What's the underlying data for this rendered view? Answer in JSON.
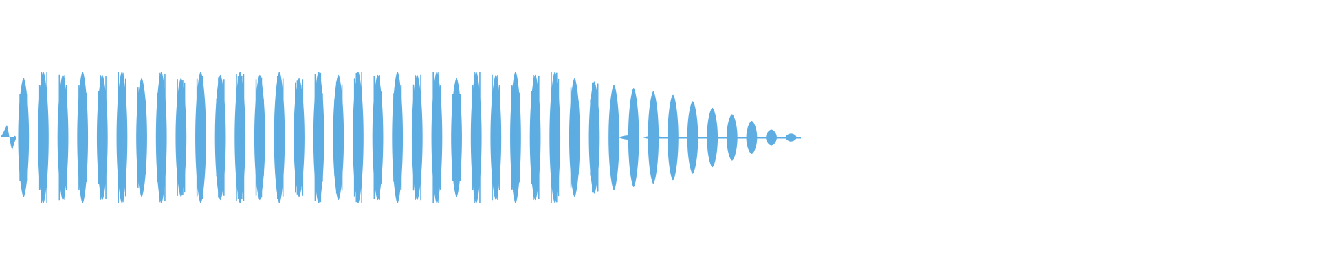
{
  "waveform": {
    "color": "#5DADE2",
    "duration_fraction_with_signal": 0.6,
    "bursts": [
      {
        "amp": 0.9
      },
      {
        "amp": 1.0
      },
      {
        "amp": 0.95
      },
      {
        "amp": 1.0
      },
      {
        "amp": 0.95
      },
      {
        "amp": 1.0
      },
      {
        "amp": 0.9
      },
      {
        "amp": 1.0
      },
      {
        "amp": 0.9
      },
      {
        "amp": 1.0
      },
      {
        "amp": 0.95
      },
      {
        "amp": 1.0
      },
      {
        "amp": 0.95
      },
      {
        "amp": 1.0
      },
      {
        "amp": 0.9
      },
      {
        "amp": 1.0
      },
      {
        "amp": 0.95
      },
      {
        "amp": 1.0
      },
      {
        "amp": 0.95
      },
      {
        "amp": 1.0
      },
      {
        "amp": 0.95
      },
      {
        "amp": 1.0
      },
      {
        "amp": 0.9
      },
      {
        "amp": 1.0
      },
      {
        "amp": 0.95
      },
      {
        "amp": 1.0
      },
      {
        "amp": 0.95
      },
      {
        "amp": 1.0
      },
      {
        "amp": 0.9
      },
      {
        "amp": 0.85
      },
      {
        "amp": 0.8
      },
      {
        "amp": 0.75
      },
      {
        "amp": 0.7
      },
      {
        "amp": 0.65
      },
      {
        "amp": 0.55
      },
      {
        "amp": 0.45
      },
      {
        "amp": 0.35
      },
      {
        "amp": 0.25
      },
      {
        "amp": 0.12
      },
      {
        "amp": 0.06
      }
    ]
  }
}
